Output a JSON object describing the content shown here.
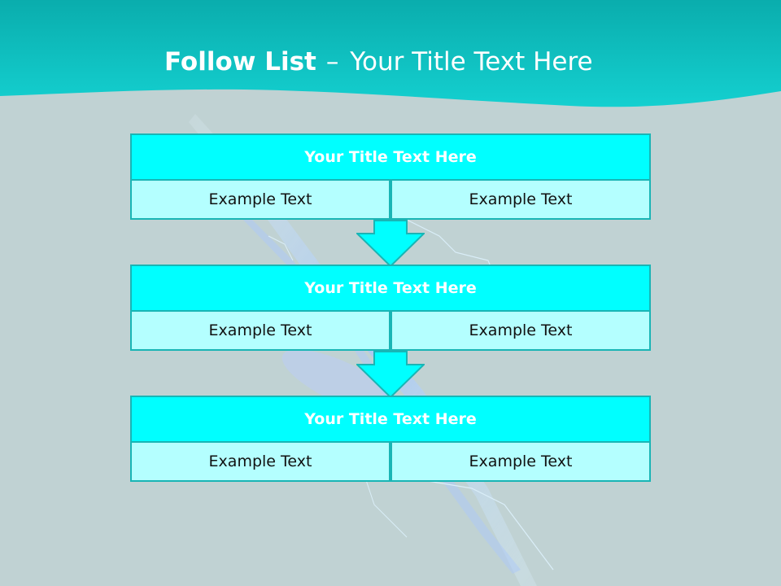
{
  "slide": {
    "title_bold": "Follow List",
    "title_sep": "–",
    "title_rest": "Your Title Text Here"
  },
  "colors": {
    "header_band": "#13c8c8",
    "box_header": "#00ffff",
    "box_cell": "#b4ffff",
    "box_border": "#19b5b5",
    "background": "#c0d2d3"
  },
  "blocks": [
    {
      "title": "Your Title Text Here",
      "left": "Example Text",
      "right": "Example Text"
    },
    {
      "title": "Your Title Text Here",
      "left": "Example Text",
      "right": "Example Text"
    },
    {
      "title": "Your Title Text Here",
      "left": "Example Text",
      "right": "Example Text"
    }
  ],
  "arrow_icon": "arrow-down-icon"
}
